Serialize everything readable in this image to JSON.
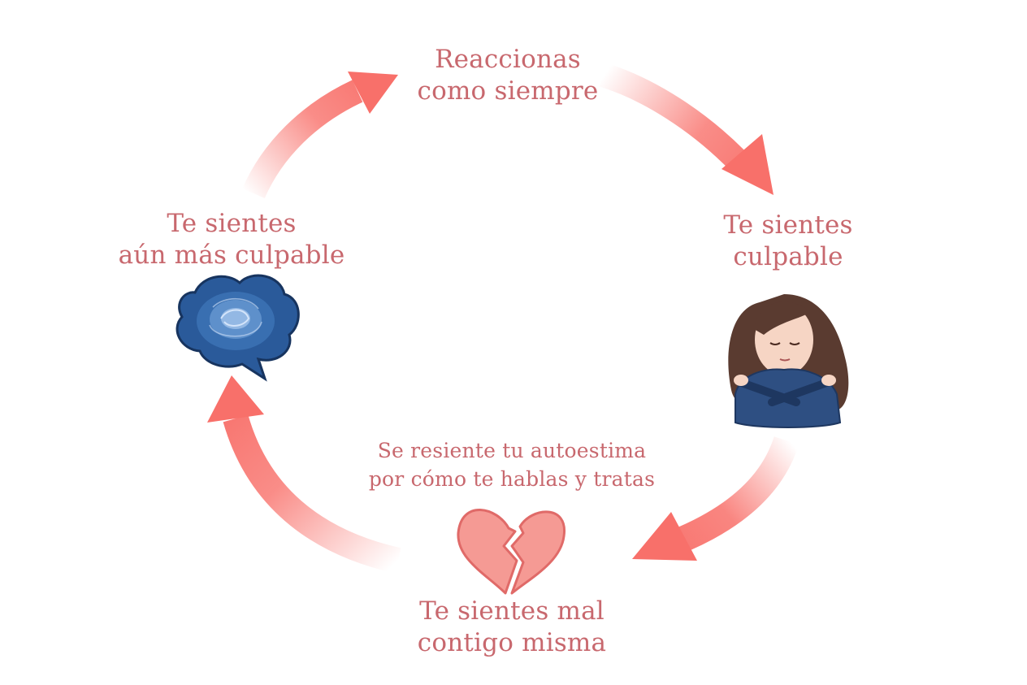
{
  "steps": {
    "top": [
      "Reaccionas",
      "como siempre"
    ],
    "right": [
      "Te sientes",
      "culpable"
    ],
    "bottom": [
      "Te sientes mal",
      "contigo misma"
    ],
    "left": [
      "Te sientes",
      "aún más culpable"
    ]
  },
  "note": [
    "Se resiente tu autoestima",
    "por cómo te hablas y tratas"
  ],
  "icons": {
    "right": "girl-hugging-self-icon",
    "bottom": "broken-heart-icon",
    "left": "blue-rose-cloud-icon"
  },
  "colors": {
    "text": "#c8686e",
    "arrow": "#f8706a",
    "heart": "#f59a94",
    "cloud": "#2a5a9a"
  }
}
